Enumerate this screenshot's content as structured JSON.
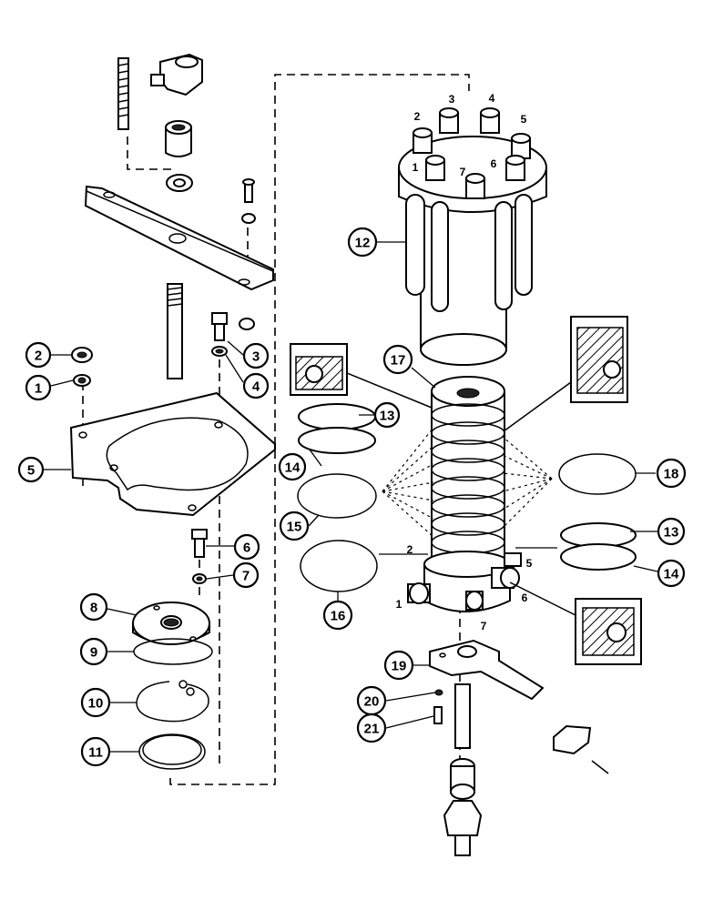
{
  "callouts": [
    "1",
    "2",
    "3",
    "4",
    "5",
    "6",
    "7",
    "8",
    "9",
    "10",
    "11",
    "12",
    "13",
    "14",
    "15",
    "16",
    "17",
    "18",
    "19",
    "20",
    "21"
  ],
  "port_labels": {
    "manifold_top": [
      "1",
      "2",
      "3",
      "4",
      "5",
      "6",
      "7"
    ],
    "body_bottom": [
      "1",
      "2",
      "5",
      "6",
      "7"
    ]
  }
}
